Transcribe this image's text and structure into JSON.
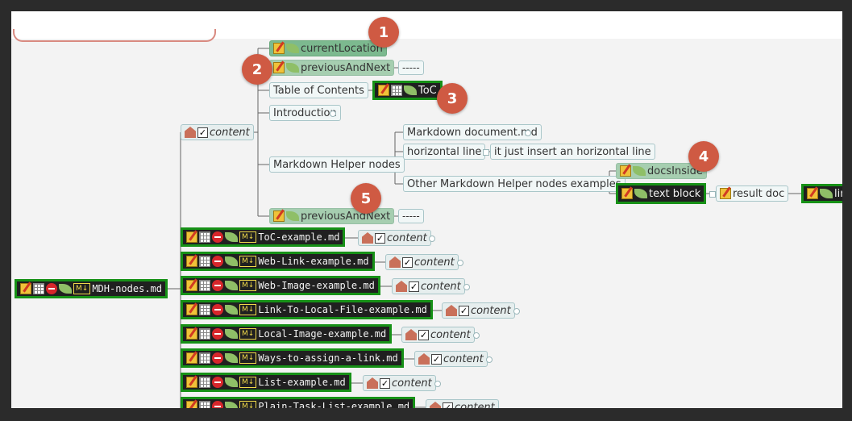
{
  "mindmap": {
    "root": {
      "label": "MDH-nodes.md",
      "icons": [
        "note-icon",
        "table-icon",
        "stop-icon",
        "leaf-icon",
        "markdown-icon"
      ]
    },
    "content_main": {
      "label": "content"
    },
    "children": [
      {
        "label": "currentLocation"
      },
      {
        "label": "previousAndNext",
        "link": "-----"
      },
      {
        "label": "Table of Contents",
        "toc": "ToC"
      },
      {
        "label": "Introduction"
      },
      {
        "label": "Markdown Helper nodes",
        "sub": [
          {
            "label": "Markdown document.md"
          },
          {
            "label": "horizontal line",
            "note": "it just insert an horizontal line"
          },
          {
            "label": "Other Markdown Helper nodes examples",
            "docs_inside": "docsInside",
            "text_block": "text block",
            "result_doc": "result doc",
            "link_stub": "lin"
          }
        ]
      },
      {
        "label": "previousAndNext",
        "link": "-----"
      }
    ],
    "files": [
      {
        "label": "ToC-example.md",
        "content": "content"
      },
      {
        "label": "Web-Link-example.md",
        "content": "content"
      },
      {
        "label": "Web-Image-example.md",
        "content": "content"
      },
      {
        "label": "Link-To-Local-File-example.md",
        "content": "content"
      },
      {
        "label": "Local-Image-example.md",
        "content": "content"
      },
      {
        "label": "Ways-to-assign-a-link.md",
        "content": "content"
      },
      {
        "label": "List-example.md",
        "content": "content"
      },
      {
        "label": "Plain-Task-List-example.md",
        "content": "content"
      }
    ]
  },
  "badges": [
    "1",
    "2",
    "3",
    "4",
    "5"
  ],
  "md_badge": "M↓",
  "check_mark": "✓",
  "colors": {
    "accent_badge": "#cf5a43",
    "dark_node_border": "#179117",
    "light_node_border": "#a9c6c9"
  }
}
